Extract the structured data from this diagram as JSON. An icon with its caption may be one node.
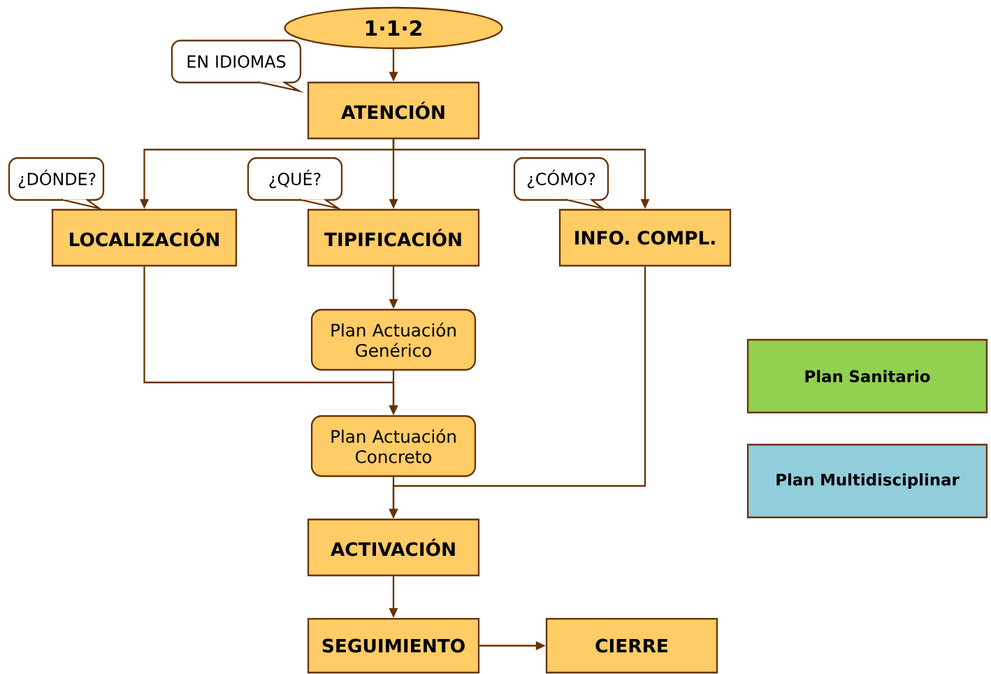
{
  "diagram": {
    "nodes": [
      {
        "text": [
          "1·1·2"
        ]
      },
      {
        "text": [
          "EN IDIOMAS"
        ]
      },
      {
        "text": [
          "ATENCIÓN"
        ]
      },
      {
        "text": [
          "¿DÓNDE?"
        ]
      },
      {
        "text": [
          "¿QUÉ?"
        ]
      },
      {
        "text": [
          "¿CÓMO?"
        ]
      },
      {
        "text": [
          "LOCALIZACIÓN"
        ]
      },
      {
        "text": [
          "TIPIFICACIÓN"
        ]
      },
      {
        "text": [
          "INFO. COMPL."
        ]
      },
      {
        "text": [
          "Plan Actuación Genérico"
        ]
      },
      {
        "text": [
          "Plan Sanitario"
        ]
      },
      {
        "text": [
          "Plan Actuación Concreto"
        ]
      },
      {
        "text": [
          "Plan Multidisciplinar"
        ]
      },
      {
        "text": [
          "ACTIVACIÓN"
        ]
      },
      {
        "text": [
          "SEGUIMIENTO"
        ]
      },
      {
        "text": [
          "CIERRE"
        ]
      }
    ],
    "edges": [
      {
        "from": 0,
        "to": 2,
        "arrow": "to"
      },
      {
        "from": 2,
        "to": 6,
        "arrow": "to"
      },
      {
        "from": 2,
        "to": 7,
        "arrow": "to"
      },
      {
        "from": 2,
        "to": 8,
        "arrow": "to"
      },
      {
        "from": 7,
        "to": 9,
        "arrow": "to"
      },
      {
        "from": 9,
        "to": 11,
        "arrow": "to"
      },
      {
        "from": 6,
        "to": 11,
        "arrow": "to"
      },
      {
        "from": 11,
        "to": 13,
        "arrow": "to"
      },
      {
        "from": 8,
        "to": 13,
        "arrow": "to"
      },
      {
        "from": 13,
        "to": 14,
        "arrow": "to"
      },
      {
        "from": 14,
        "to": 15,
        "arrow": "to"
      }
    ]
  }
}
